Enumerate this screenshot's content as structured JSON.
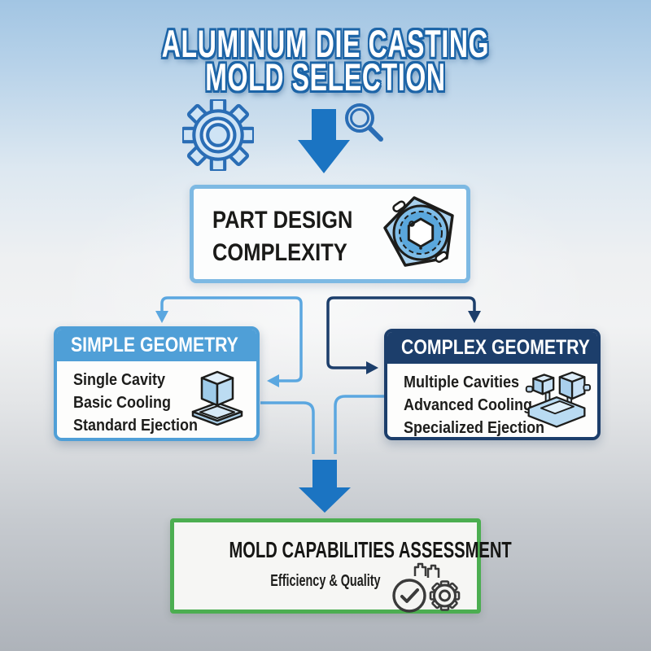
{
  "title": {
    "line1": "ALUMINUM DIE CASTING",
    "line2": "MOLD SELECTION"
  },
  "decision": {
    "label_line1": "PART DESIGN",
    "label_line2": "COMPLEXITY"
  },
  "branches": {
    "simple": {
      "header": "SIMPLE GEOMETRY",
      "items": [
        "Single Cavity",
        "Basic Cooling",
        "Standard Ejection"
      ]
    },
    "complex": {
      "header": "COMPLEX GEOMETRY",
      "items": [
        "Multiple Cavities",
        "Advanced Cooling",
        "Specialized Ejection"
      ]
    }
  },
  "assessment": {
    "title": "MOLD CAPABILITIES ASSESSMENT",
    "subtitle": "Efficiency & Quality"
  },
  "icons": {
    "top_left": "gear-icon",
    "top_right": "magnifier-icon",
    "flow": "down-arrow",
    "decision": "machined-part-icon",
    "simple_branch": "cube-mold-icon",
    "complex_branch": "die-mold-icon",
    "assessment": [
      "check-circle-icon",
      "gear-icon"
    ]
  },
  "colors": {
    "arrow_blue": "#1b74c2",
    "simple_blue": "#4f9fd7",
    "decision_border": "#7db9e3",
    "navy": "#1c3e6b",
    "green": "#4cae51",
    "connector_light": "#5ba7e0",
    "title_outline": "#1c64a7",
    "background_top": "#a2c5e3",
    "background_bottom": "#aeb3ba"
  }
}
